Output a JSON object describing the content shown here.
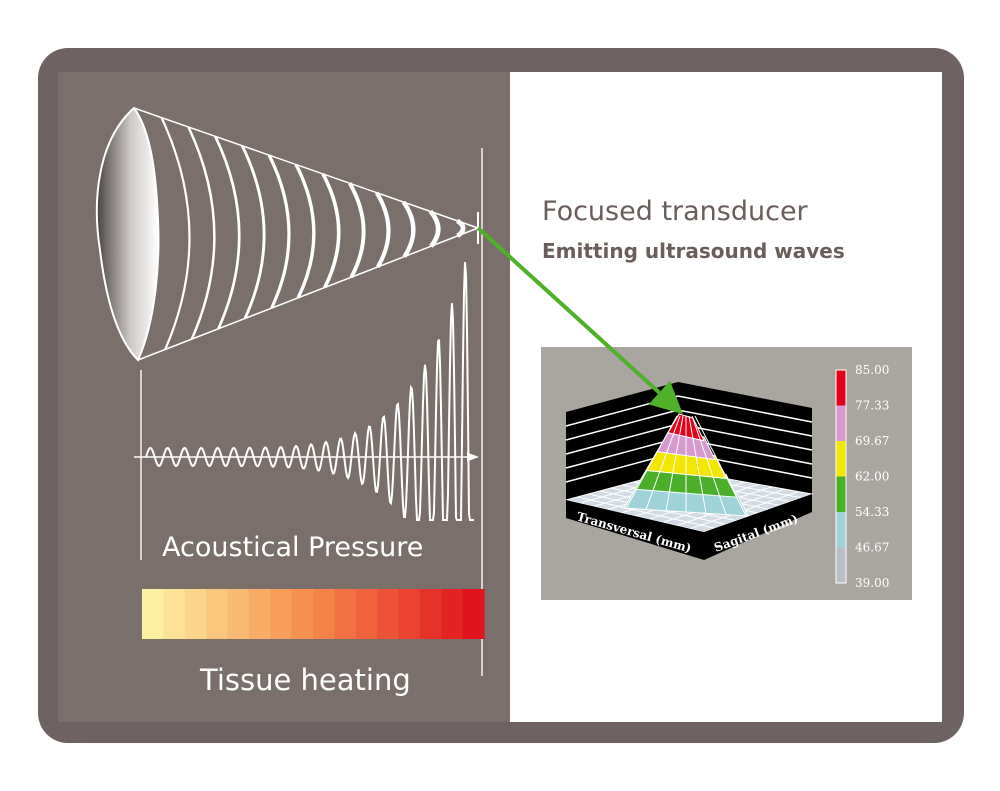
{
  "diagram": {
    "title": "Focused transducer",
    "subtitle": "Emitting ultrasound waves",
    "pressure_label": "Acoustical Pressure",
    "heating_label": "Tissue heating",
    "plot": {
      "x_axis_label": "Transversal (mm)",
      "y_axis_label": "Sagital (mm)",
      "color_scale": [
        {
          "value": "85.00",
          "color": "#e3001b"
        },
        {
          "value": "77.33",
          "color": "#d79ad0"
        },
        {
          "value": "69.67",
          "color": "#f3e600"
        },
        {
          "value": "62.00",
          "color": "#4caf2a"
        },
        {
          "value": "54.33",
          "color": "#9fd3d9"
        },
        {
          "value": "46.67",
          "color": "#b9bfc4"
        },
        {
          "value": "39.00",
          "color": "#8e918a"
        }
      ]
    },
    "colors": {
      "frame": "#6e6362",
      "left_panel": "#7a6f6b",
      "right_panel": "#ffffff",
      "text_dark": "#6a5e5a",
      "arrow": "#4fb12a",
      "heat_start": "#fdf0a0",
      "heat_end": "#e0141c"
    }
  }
}
